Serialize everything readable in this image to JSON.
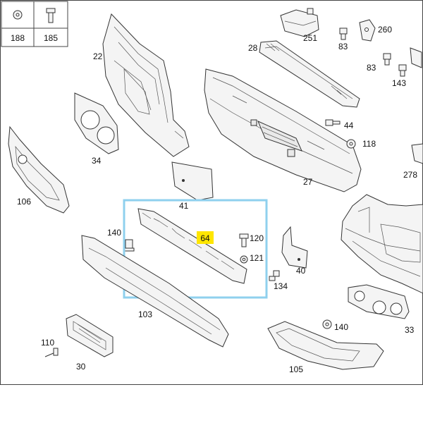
{
  "legend": [
    {
      "label": "188",
      "icon": "washer-icon"
    },
    {
      "label": "185",
      "icon": "bolt-icon"
    }
  ],
  "callouts": {
    "p22": "22",
    "p34": "34",
    "p106": "106",
    "p251": "251",
    "p260": "260",
    "p28": "28",
    "p83a": "83",
    "p83b": "83",
    "p143": "143",
    "p44": "44",
    "p118": "118",
    "p27": "27",
    "p278": "278",
    "p41": "41",
    "p140a": "140",
    "p120": "120",
    "p121": "121",
    "p40": "40",
    "p134": "134",
    "p103": "103",
    "p140b": "140",
    "p33": "33",
    "p110": "110",
    "p30": "30",
    "p105": "105"
  },
  "selected": {
    "label": "64",
    "highlight_color": "#ffe600",
    "frame_color": "#8fd0ee"
  }
}
